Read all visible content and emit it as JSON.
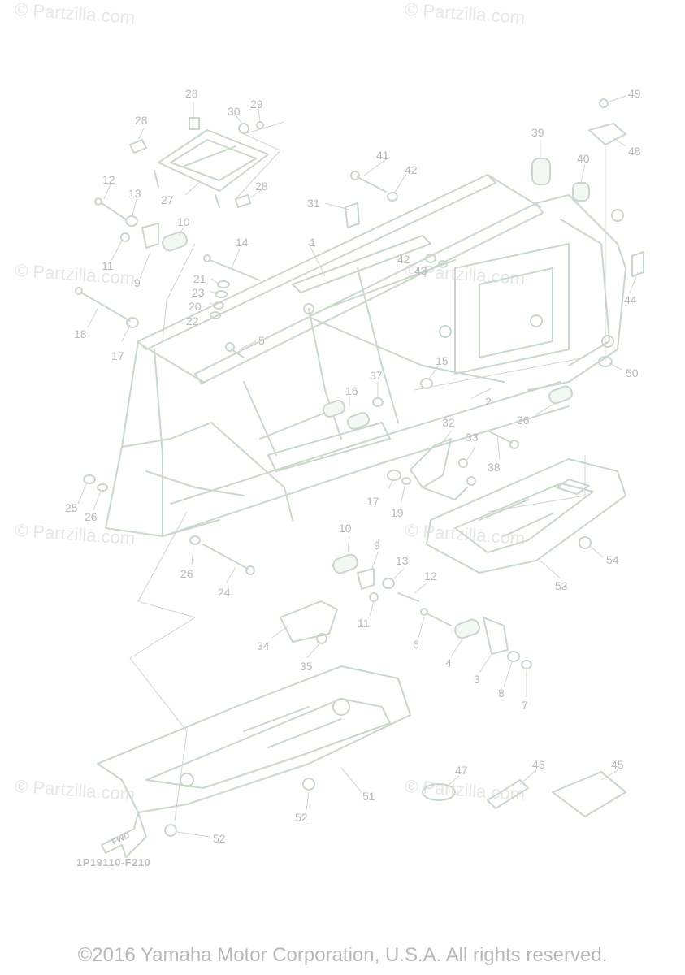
{
  "diagram": {
    "code": "1P19110-F210",
    "copyright": "©2016 Yamaha Motor Corporation, U.S.A. All rights reserved.",
    "watermark": "© Partzilla.com",
    "fwd_label": "FWD",
    "callouts": [
      "1",
      "2",
      "3",
      "4",
      "5",
      "6",
      "7",
      "8",
      "9",
      "10",
      "10",
      "11",
      "11",
      "12",
      "12",
      "13",
      "13",
      "14",
      "15",
      "16",
      "17",
      "17",
      "18",
      "19",
      "20",
      "21",
      "22",
      "23",
      "24",
      "25",
      "26",
      "26",
      "27",
      "28",
      "28",
      "28",
      "29",
      "30",
      "31",
      "32",
      "33",
      "34",
      "35",
      "36",
      "37",
      "38",
      "39",
      "40",
      "41",
      "42",
      "42",
      "43",
      "44",
      "45",
      "46",
      "47",
      "48",
      "49",
      "50",
      "51",
      "52",
      "52",
      "53",
      "54"
    ]
  },
  "colors": {
    "line": "#c8d9c8",
    "text": "#b9b9b9",
    "watermark": "#e6e6e6"
  }
}
